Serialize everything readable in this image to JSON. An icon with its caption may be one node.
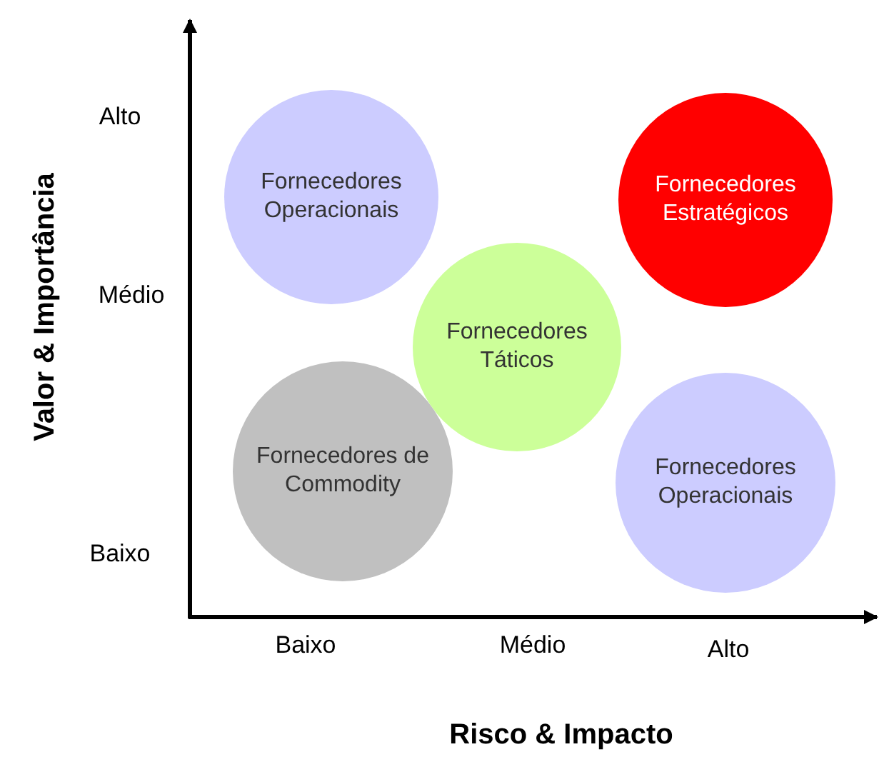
{
  "diagram": {
    "nodes": [
      {
        "text": [
          "Fornecedores Operacionais"
        ]
      },
      {
        "text": [
          "Fornecedores Estratégicos"
        ]
      },
      {
        "text": [
          "Fornecedores Táticos"
        ]
      },
      {
        "text": [
          "Fornecedores de Commodity"
        ]
      },
      {
        "text": [
          "Fornecedores Operacionais"
        ]
      }
    ],
    "labels": [
      "Valor & Importância",
      "Alto",
      "Médio",
      "Baixo",
      "Baixo",
      "Médio",
      "Alto",
      "Risco & Impacto"
    ]
  }
}
